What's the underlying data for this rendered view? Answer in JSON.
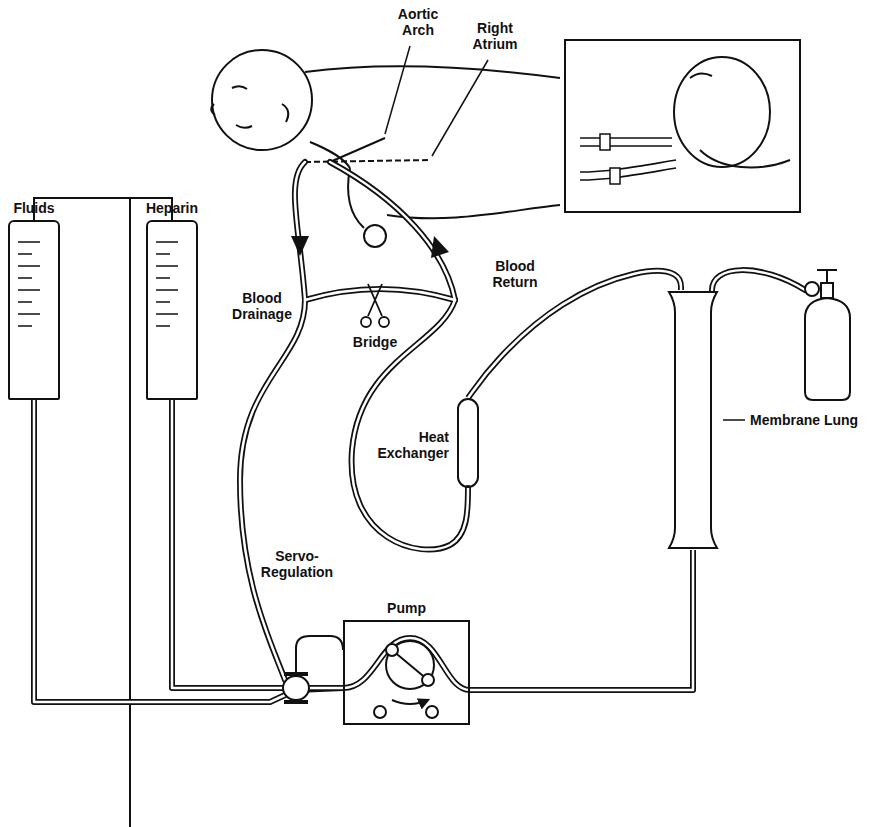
{
  "diagram": {
    "nodes": [
      {
        "text": [
          "Fluids"
        ]
      },
      {
        "text": [
          "Heparin"
        ]
      },
      {
        "text": [
          "Heat Exchanger"
        ]
      },
      {
        "text": [
          "Membrane Lung"
        ]
      },
      {
        "text": [
          "Pump"
        ]
      }
    ],
    "edges": [
      {
        "from": 0,
        "to": 4,
        "arrow": "none"
      },
      {
        "from": 1,
        "to": 4,
        "arrow": "none"
      },
      {
        "from": 4,
        "to": 3,
        "arrow": "none"
      },
      {
        "from": 3,
        "to": 2,
        "arrow": "none"
      }
    ],
    "labels": [
      "Aortic Arch",
      "Right Atrium",
      "Blood Drainage",
      "Blood Return",
      "Bridge",
      "Servo- Regulation"
    ]
  }
}
